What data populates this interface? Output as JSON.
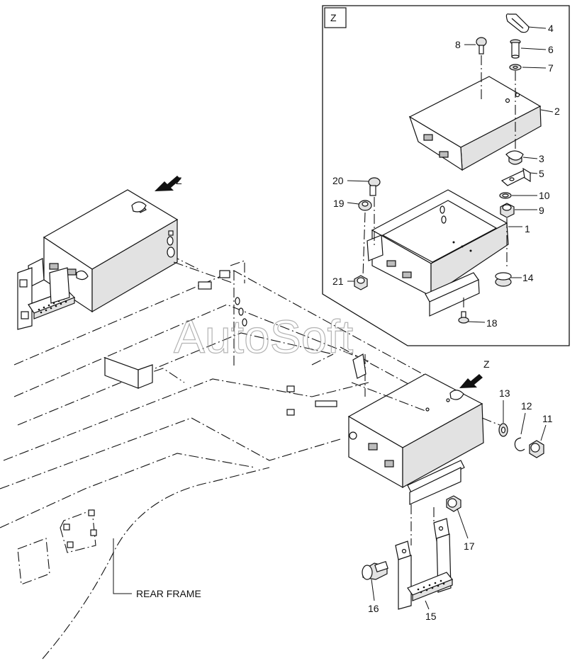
{
  "watermark": "AutoSoft",
  "detail_tag": "Z",
  "view_marks": [
    "Z",
    "Z"
  ],
  "frame_label": "REAR FRAME",
  "part_numbers": [
    "1",
    "2",
    "3",
    "4",
    "5",
    "6",
    "7",
    "8",
    "9",
    "10",
    "11",
    "12",
    "13",
    "14",
    "15",
    "16",
    "17",
    "18",
    "19",
    "20",
    "21"
  ]
}
